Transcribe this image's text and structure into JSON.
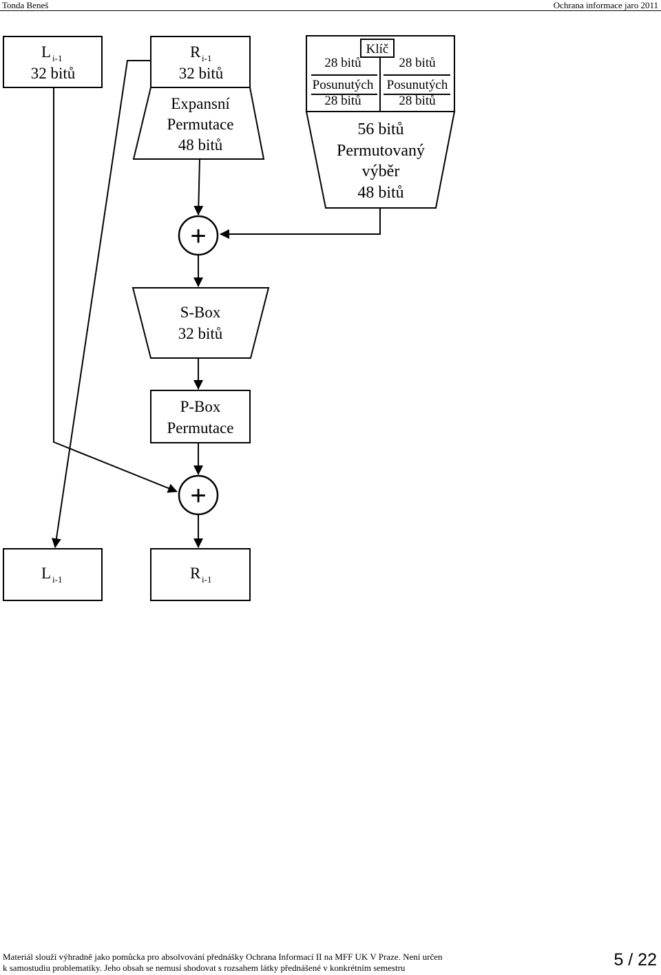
{
  "header": {
    "author": "Tonda Beneš",
    "course": "Ochrana informace",
    "term": "jaro 2011"
  },
  "diagram": {
    "left_input": {
      "name": "L",
      "sub": "i-1",
      "size": "32 bitů"
    },
    "right_input": {
      "name": "R",
      "sub": "i-1",
      "size": "32 bitů"
    },
    "expansion": {
      "line1": "Expansní",
      "line2": "Permutace",
      "line3": "48 bitů"
    },
    "key": {
      "title": "Klíč",
      "left_bits": "28 bitů",
      "right_bits": "28 bitů",
      "left_shift": "Posunutých",
      "left_shift_bits": "28 bitů",
      "right_shift": "Posunutých",
      "right_shift_bits": "28 bitů"
    },
    "compression": {
      "line1": "56 bitů",
      "line2": "Permutovaný",
      "line3": "výběr",
      "line4": "48 bitů"
    },
    "xor_symbol": "+",
    "sbox": {
      "line1": "S-Box",
      "line2": "32 bitů"
    },
    "pbox": {
      "line1": "P-Box",
      "line2": "Permutace"
    },
    "left_output": {
      "name": "L",
      "sub": "i-1"
    },
    "right_output": {
      "name": "R",
      "sub": "i-1"
    }
  },
  "footer": {
    "line1": "Materiál slouží výhradně jako pomůcka pro absolvování přednášky Ochrana Informací II na MFF UK V Praze. Není určen",
    "line2": "k samostudiu problematiky. Jeho obsah se nemusí shodovat s rozsahem látky přednášené v konkrétním semestru",
    "page": "5 / 22"
  }
}
